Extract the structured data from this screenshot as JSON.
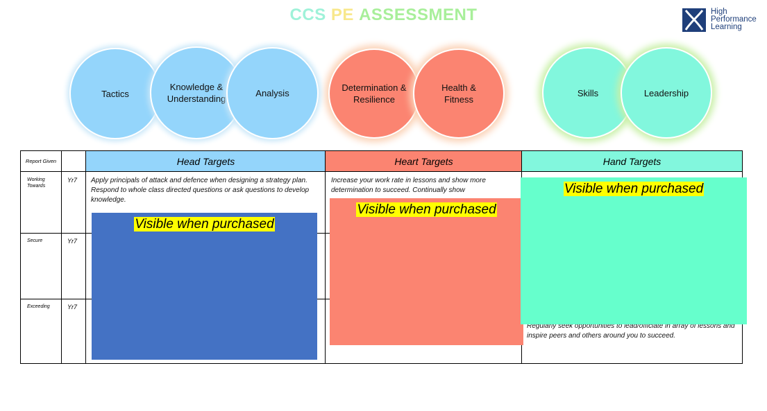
{
  "title": {
    "parts": [
      {
        "text": "CCS ",
        "color": "#9ff2d9"
      },
      {
        "text": "PE ",
        "color": "#f8e88c"
      },
      {
        "text": "ASSESSMENT",
        "color": "#a8ef9a"
      }
    ]
  },
  "logo": {
    "line1": "High",
    "line2": "Performance",
    "line3": "Learning",
    "icon": "hpl-logo-icon",
    "color": "#1f3f7a"
  },
  "circles": {
    "tactics": "Tactics",
    "knowledge_1": "Knowledge &",
    "knowledge_2": "Understanding",
    "analysis": "Analysis",
    "determination_1": "Determination &",
    "determination_2": "Resilience",
    "health_1": "Health &",
    "health_2": "Fitness",
    "skills": "Skills",
    "leadership": "Leadership"
  },
  "table": {
    "report_given": "Report Given",
    "headers": {
      "head": "Head Targets",
      "heart": "Heart Targets",
      "hand": "Hand Targets"
    },
    "header_colors": {
      "head": "#94d5fb",
      "heart": "#fb8471",
      "hand": "#82f7dd"
    },
    "rows": {
      "working_towards": "Working Towards",
      "secure": "Secure",
      "exceeding": "Exceeding"
    },
    "year": "Yr7",
    "cells": {
      "head_working_1": "Apply principals of attack and defence when designing a strategy plan.",
      "head_working_2": "Respond to whole class directed questions or ask questions to develop knowledge.",
      "heart_working": "Increase your work rate in lessons and show more determination to succeed. Continually show",
      "hand_exceeding": "Regularly seek opportunities to lead/officiate in array of lessons and inspire peers and others around you to succeed."
    }
  },
  "covers": {
    "label": "Visible when purchased",
    "head_color": "#4472c4",
    "heart_color": "#fb8471",
    "hand_color": "#66ffcc",
    "highlight": "#ffff00"
  }
}
